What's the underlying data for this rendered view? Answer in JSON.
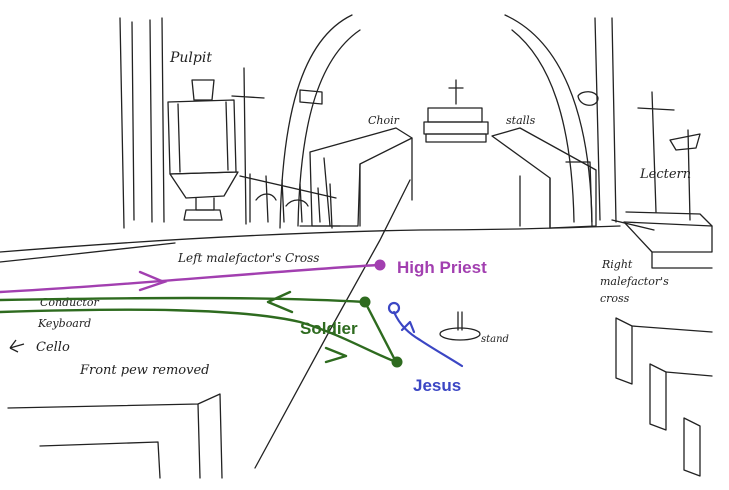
{
  "labels": {
    "pulpit": "Pulpit",
    "choir": "Choir",
    "stalls": "stalls",
    "lectern": "Lectern",
    "left_cross": "Left malefactor's Cross",
    "right_cross_1": "Right",
    "right_cross_2": "malefactor's",
    "right_cross_3": "cross",
    "stand": "stand",
    "conductor": "Conductor",
    "keyboard": "Keyboard",
    "cello": "Cello",
    "front_pew": "Front pew removed"
  },
  "roles": {
    "high_priest": "High Priest",
    "soldier": "Soldier",
    "jesus": "Jesus"
  },
  "colors": {
    "high_priest": "#a23fb0",
    "soldier": "#2e6b1f",
    "jesus": "#3b46c4",
    "ink": "#222222"
  }
}
